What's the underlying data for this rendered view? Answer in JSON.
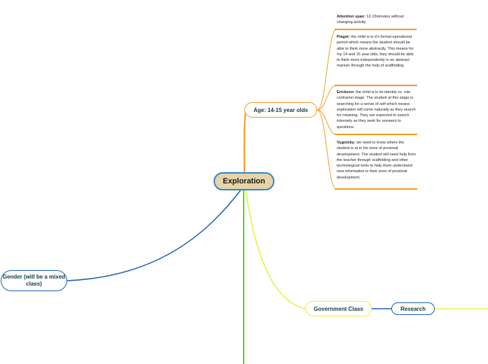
{
  "map": {
    "central_label": "Exploration",
    "age_label": "Age:  14-15 year olds",
    "gender_label": "Gender (will be a mixed class)",
    "gov_label": "Government Class",
    "research_label": "Research"
  },
  "notes": [
    {
      "term": "Attention span",
      "text": ": 12-15minutes without changing activity."
    },
    {
      "term": "Piaget:",
      "text": " the child is in it's formal operational period which means the student should be able to think more abstractly. This means for my 14 and 15 year olds, they should be able to think more independently in an abstract manner through the help of scaffolding."
    },
    {
      "term": "Erickson:",
      "text": " the child is in its identity vs. role confusion stage. The student at this stage is searching for a sense of self which means exploration will come naturally as they search for meaning. They are expected to search intensely as they seek for answers to questions."
    },
    {
      "term": "Vygotsky:",
      "text": " we need to know where the student is at in his zone of proximal development. The student will need help from the teacher through scaffolding and other technological tools to help them understand new information in their zone of proximal development."
    }
  ],
  "colors": {
    "central_fill": "#e6d3a7",
    "central_border": "#2f86c8",
    "age_branch": "#f39a1d",
    "gender_branch": "#1a5fb8",
    "gov_branch": "#e8ee3a",
    "down_branch": "#5ad62c"
  }
}
